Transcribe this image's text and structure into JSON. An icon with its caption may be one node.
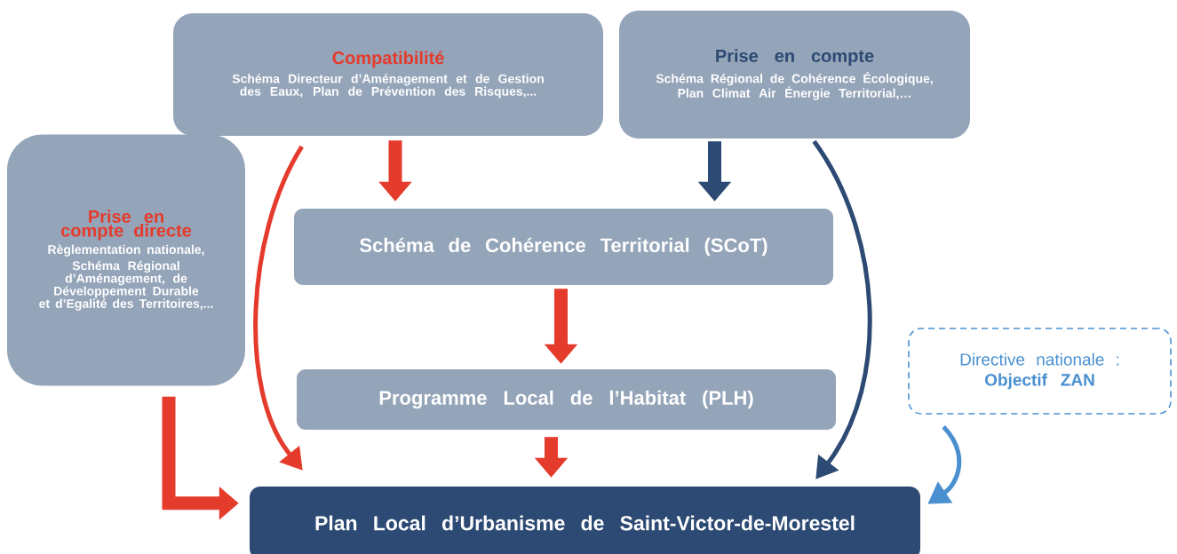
{
  "diagram": {
    "nodes": [
      {
        "text": [
          "Compatibilité",
          "Schéma Directeur d’Aménagement et de Gestion des Eaux, Plan de Prévention des Risques,..."
        ]
      },
      {
        "text": [
          "Prise en compte",
          "Schéma Régional de Cohérence Écologique, Plan Climat Air Énergie Territorial,…"
        ]
      },
      {
        "text": [
          "Prise en compte directe",
          "Règlementation nationale,",
          "Schéma Régional d’Aménagement, de Développement Durable et d’Egalité des Territoires,..."
        ]
      },
      {
        "text": [
          "Schéma de Cohérence Territorial (SCoT)"
        ]
      },
      {
        "text": [
          "Programme Local de l’Habitat (PLH)"
        ]
      },
      {
        "text": [
          "Plan Local d’Urbanisme de Saint-Victor-de-Morestel"
        ]
      },
      {
        "text": [
          "Directive nationale :",
          "Objectif ZAN"
        ]
      }
    ],
    "edges": [
      {
        "from": 0,
        "to": 3,
        "arrow": "to"
      },
      {
        "from": 0,
        "to": 5,
        "arrow": "to"
      },
      {
        "from": 1,
        "to": 3,
        "arrow": "to",
        "color": "#2c4a73"
      },
      {
        "from": 1,
        "to": 5,
        "arrow": "to",
        "color": "#2c4a73"
      },
      {
        "from": 3,
        "to": 4,
        "arrow": "to"
      },
      {
        "from": 4,
        "to": 5,
        "arrow": "to"
      },
      {
        "from": 2,
        "to": 5,
        "arrow": "to"
      },
      {
        "from": 6,
        "to": 5,
        "arrow": "to",
        "color": "#4a90d0"
      }
    ]
  }
}
